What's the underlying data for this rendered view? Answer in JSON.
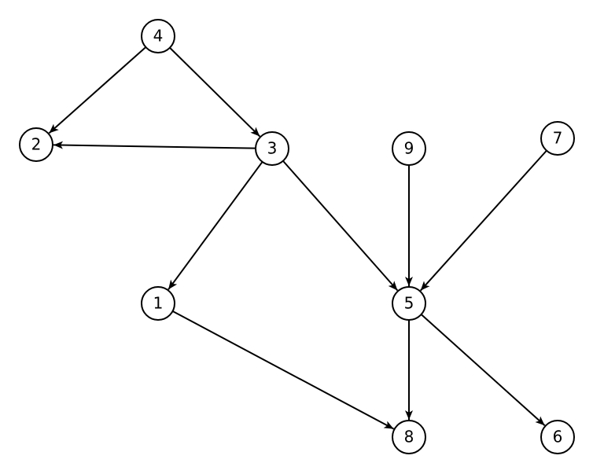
{
  "graph": {
    "nodes": [
      {
        "id": "1",
        "label": "1"
      },
      {
        "id": "2",
        "label": "2"
      },
      {
        "id": "3",
        "label": "3"
      },
      {
        "id": "4",
        "label": "4"
      },
      {
        "id": "5",
        "label": "5"
      },
      {
        "id": "6",
        "label": "6"
      },
      {
        "id": "7",
        "label": "7"
      },
      {
        "id": "8",
        "label": "8"
      },
      {
        "id": "9",
        "label": "9"
      }
    ],
    "edges": [
      {
        "from": "4",
        "to": "2"
      },
      {
        "from": "4",
        "to": "3"
      },
      {
        "from": "3",
        "to": "2"
      },
      {
        "from": "3",
        "to": "1"
      },
      {
        "from": "3",
        "to": "5"
      },
      {
        "from": "9",
        "to": "5"
      },
      {
        "from": "7",
        "to": "5"
      },
      {
        "from": "1",
        "to": "8"
      },
      {
        "from": "5",
        "to": "8"
      },
      {
        "from": "5",
        "to": "6"
      }
    ],
    "colors": {
      "stroke": "#000000",
      "node_fill": "#ffffff",
      "background": "#ffffff"
    }
  }
}
